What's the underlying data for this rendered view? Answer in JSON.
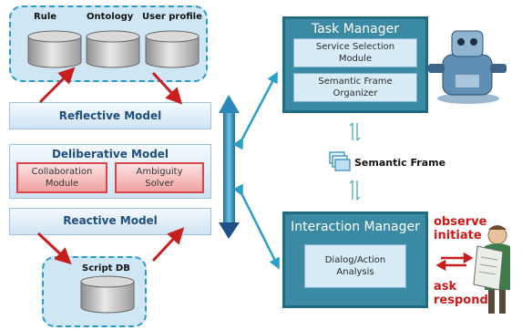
{
  "knowledge_base": {
    "rule": "Rule",
    "ontology": "Ontology",
    "user_profile": "User profile"
  },
  "models": {
    "reflective": "Reflective Model",
    "deliberative": "Deliberative Model",
    "collaboration_module": "Collaboration Module",
    "ambiguity_solver": "Ambiguity Solver",
    "reactive": "Reactive Model"
  },
  "script_db": "Script DB",
  "task_manager": {
    "title": "Task Manager",
    "service_selection": "Service Selection Module",
    "semantic_frame_organizer": "Semantic Frame Organizer"
  },
  "semantic_frame": "Semantic Frame",
  "interaction_manager": {
    "title": "Interaction Manager",
    "dialog_action": "Dialog/Action Analysis"
  },
  "user_side": {
    "observe": "observe",
    "initiate": "initiate",
    "ask": "ask",
    "respond": "respond"
  },
  "colors": {
    "arrow_red": "#c81e1e",
    "arrow_teal": "#2aa0c8",
    "manager_fill": "#3a8aa3"
  }
}
